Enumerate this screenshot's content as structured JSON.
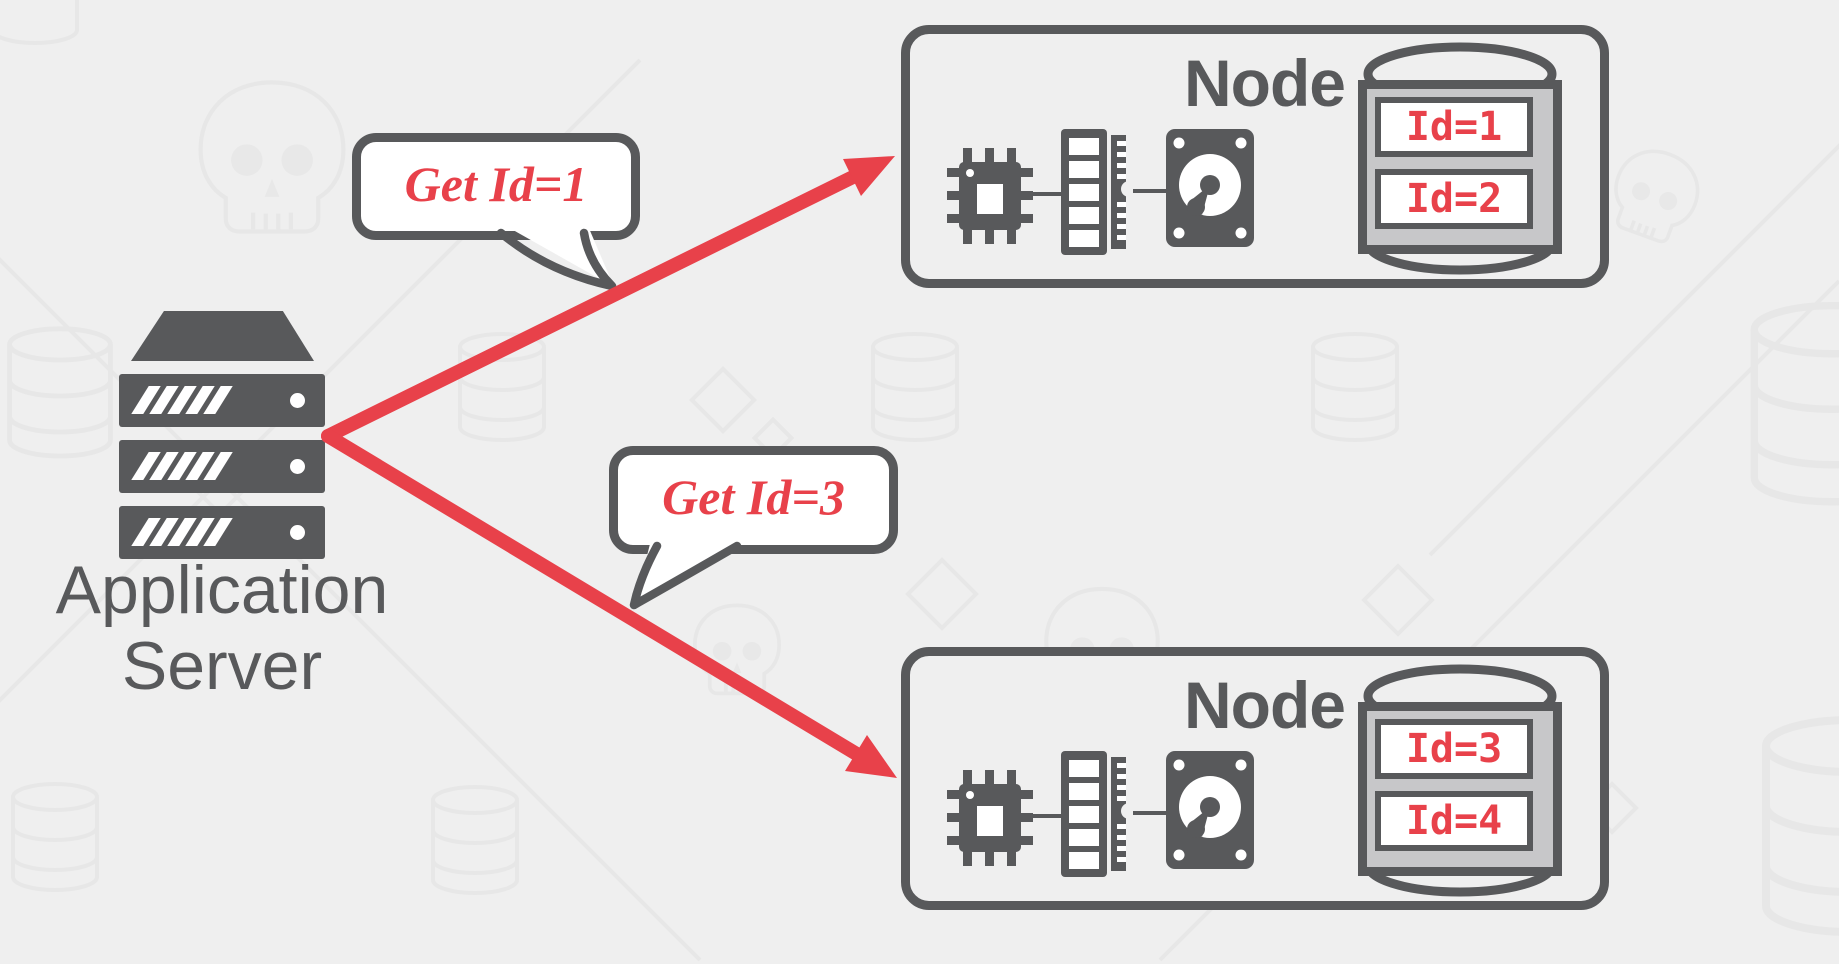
{
  "diagram": {
    "app_server": {
      "label_line1": "Application",
      "label_line2": "Server"
    },
    "requests": [
      {
        "label": "Get Id=1"
      },
      {
        "label": "Get Id=3"
      }
    ],
    "nodes": [
      {
        "label": "Node",
        "records": [
          {
            "value": "Id=1"
          },
          {
            "value": "Id=2"
          }
        ]
      },
      {
        "label": "Node",
        "records": [
          {
            "value": "Id=3"
          },
          {
            "value": "Id=4"
          }
        ]
      }
    ],
    "colors": {
      "background": "#efefef",
      "icon_gray": "#58595b",
      "accent_red": "#e8414a",
      "db_panel_gray": "#c7c7c9",
      "bubble_white": "#ffffff",
      "watermark_gray": "#e7e7e7"
    },
    "icons": {
      "app_server": "server-rack-icon",
      "node_hardware": [
        "cpu-icon",
        "ram-icon",
        "hard-disk-icon"
      ],
      "node_storage": "database-records-icon",
      "background": [
        "skull-icon",
        "database-cylinder-icon",
        "diamond-icon"
      ]
    }
  }
}
